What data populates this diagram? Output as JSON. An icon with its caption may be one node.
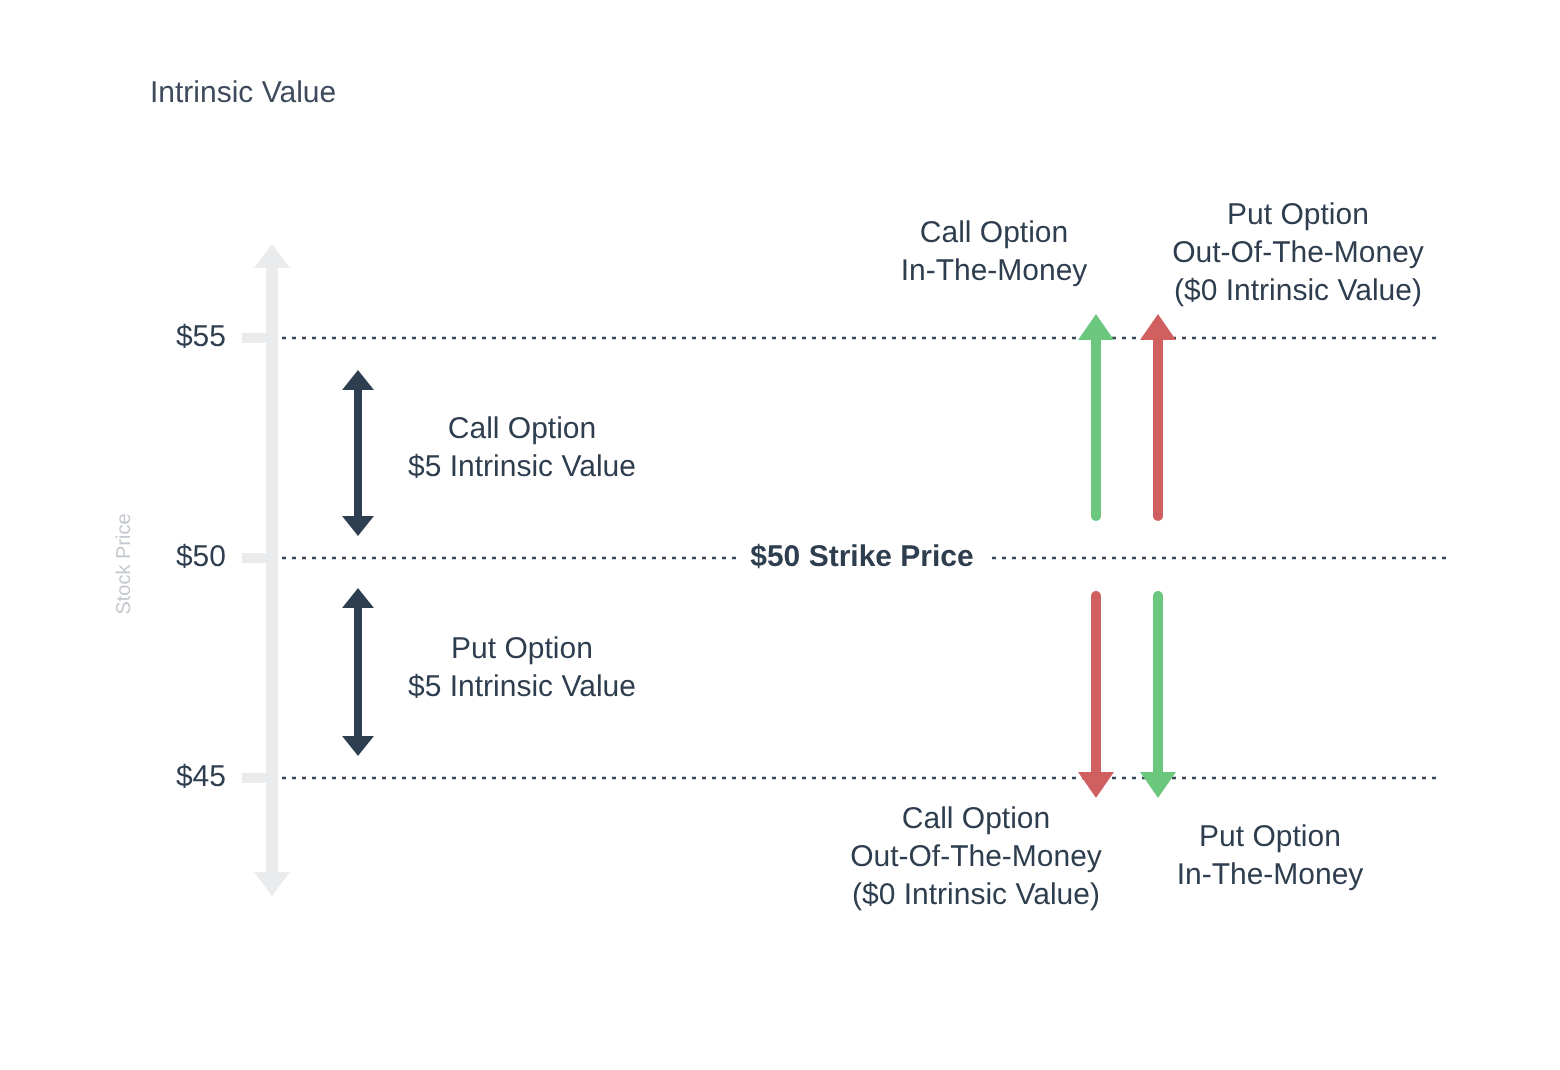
{
  "diagram": {
    "title": "Intrinsic Value",
    "labels": [
      "Call Option In-The-Money",
      "Put Option Out-Of-The-Money ($0 Intrinsic Value)",
      "$55",
      "Call Option $5 Intrinsic Value",
      "Stock Price",
      "$50",
      "$50 Strike Price",
      "Put Option $5 Intrinsic Value",
      "$45",
      "Call Option Out-Of-The-Money ($0 Intrinsic Value)",
      "Put Option In-The-Money"
    ]
  }
}
